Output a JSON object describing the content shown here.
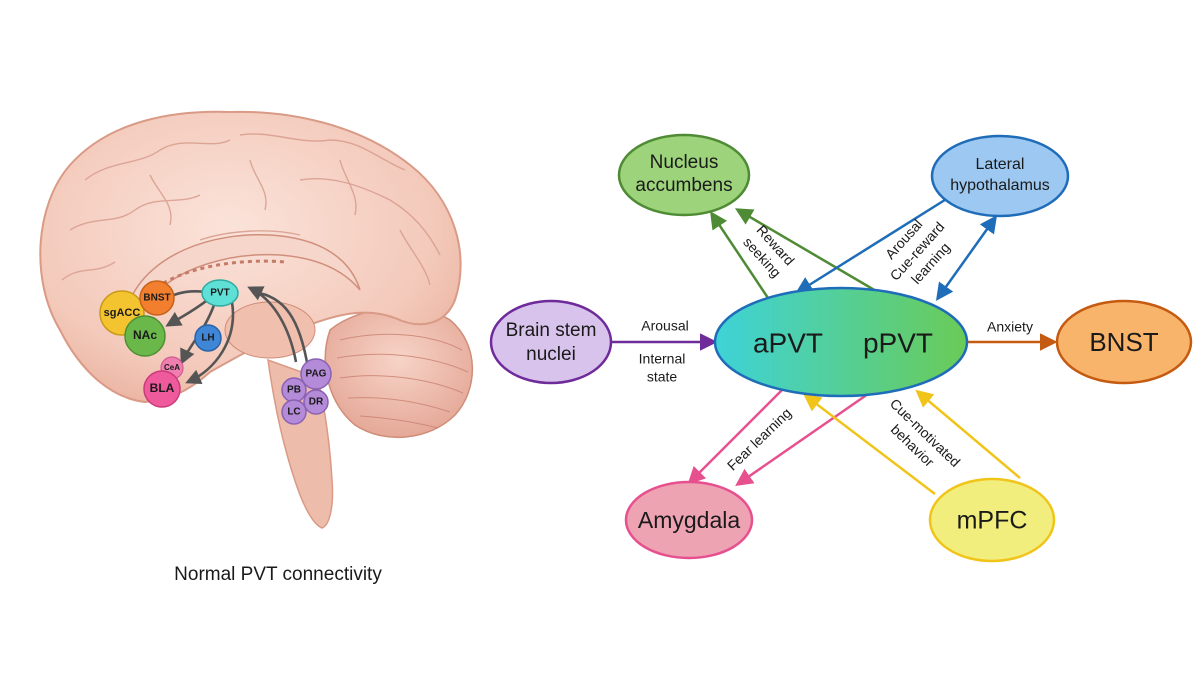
{
  "brain_panel": {
    "caption": "Normal PVT connectivity",
    "regions": {
      "sgacc": "sgACC",
      "bnst": "BNST",
      "pvt": "PVT",
      "nac": "NAc",
      "lh": "LH",
      "cea": "CeA",
      "bla": "BLA",
      "pag": "PAG",
      "pb": "PB",
      "dr": "DR",
      "lc": "LC"
    }
  },
  "network": {
    "nodes": {
      "nucleus_accumbens": [
        "Nucleus",
        "accumbens"
      ],
      "lateral_hypothalamus": [
        "Lateral",
        "hypothalamus"
      ],
      "brain_stem": [
        "Brain stem",
        "nuclei"
      ],
      "apvt": "aPVT",
      "ppvt": "pPVT",
      "bnst": "BNST",
      "amygdala": "Amygdala",
      "mpfc": "mPFC"
    },
    "edge_labels": {
      "reward_seeking": [
        "Reward",
        "seeking"
      ],
      "arousal_cue": [
        "Arousal",
        "Cue-reward",
        "learning"
      ],
      "arousal": "Arousal",
      "internal_state": [
        "Internal",
        "state"
      ],
      "anxiety": "Anxiety",
      "fear_learning": "Fear learning",
      "cue_motivated": [
        "Cue-motivated",
        "behavior"
      ]
    },
    "colors": {
      "nucleus_accumbens": "#9dd37a",
      "lateral_hypothalamus": "#9cc8f2",
      "brain_stem": "#d7c3ec",
      "pvt_left": "#3ed3d8",
      "pvt_right": "#6acb57",
      "bnst": "#f7b46a",
      "amygdala": "#eea3b3",
      "mpfc": "#f2ee7e",
      "green_arrow": "#4e8b34",
      "blue_arrow": "#1f6db8",
      "purple_arrow": "#6f2b9a",
      "orange_arrow": "#c55a11",
      "pink_arrow": "#e7508f",
      "yellow_arrow": "#f0c419"
    }
  }
}
